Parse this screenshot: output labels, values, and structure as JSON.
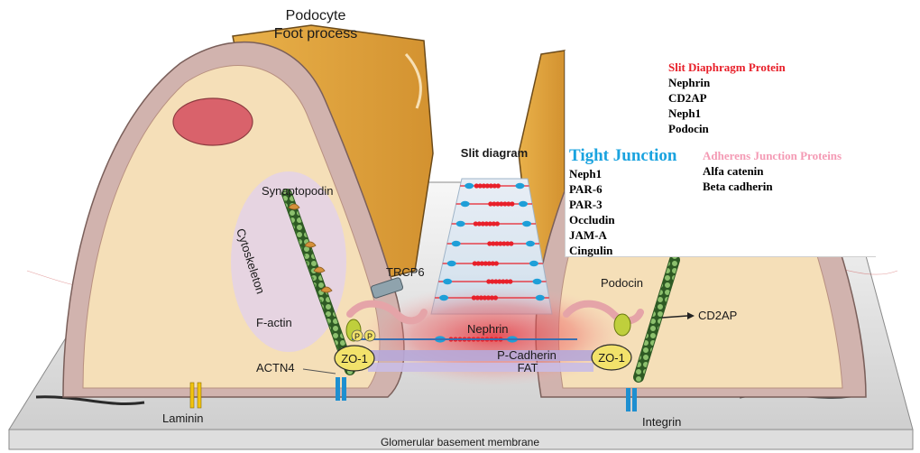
{
  "diagram": {
    "title_line1": "Podocyte",
    "title_line2": "Foot process",
    "slit_label": "Slit diagram",
    "labels": {
      "synaptopodin": "Synaptopodin",
      "cytoskeleton": "Cytoskeleton",
      "f_actin": "F-actin",
      "trcp6": "TRCP6",
      "actn4": "ACTN4",
      "zo1_left": "ZO-1",
      "zo1_right": "ZO-1",
      "laminin": "Laminin",
      "nephrin": "Nephrin",
      "p_cadherin": "P-Cadherin",
      "fat": "FAT",
      "podocin": "Podocin",
      "cd2ap": "CD2AP",
      "integrin": "Integrin",
      "gbm": "Glomerular basement membrane",
      "p1": "P",
      "p2": "P"
    }
  },
  "legend": {
    "slit_diaphragm": {
      "title": "Slit Diaphragm Protein",
      "items": [
        "Nephrin",
        "CD2AP",
        "Neph1",
        "Podocin"
      ]
    },
    "tight_junction": {
      "title": "Tight Junction",
      "items": [
        "Neph1",
        "PAR-6",
        "PAR-3",
        "Occludin",
        "JAM-A",
        "Cingulin"
      ]
    },
    "adherens_junction": {
      "title": "Adherens Junction Proteins",
      "items": [
        "Alfa catenin",
        "Beta cadherin"
      ]
    }
  },
  "colors": {
    "title_red": "#e8202a",
    "tight_junction_blue": "#1aa3df",
    "adherens_pink": "#f49ab4",
    "foot_process_fill": "#f5dfb8",
    "foot_process_rim": "#d1b3ae",
    "cell_body_orange": "#e0a43c",
    "nephrin_red": "#e8202a",
    "node_blue": "#1e9fd8"
  }
}
